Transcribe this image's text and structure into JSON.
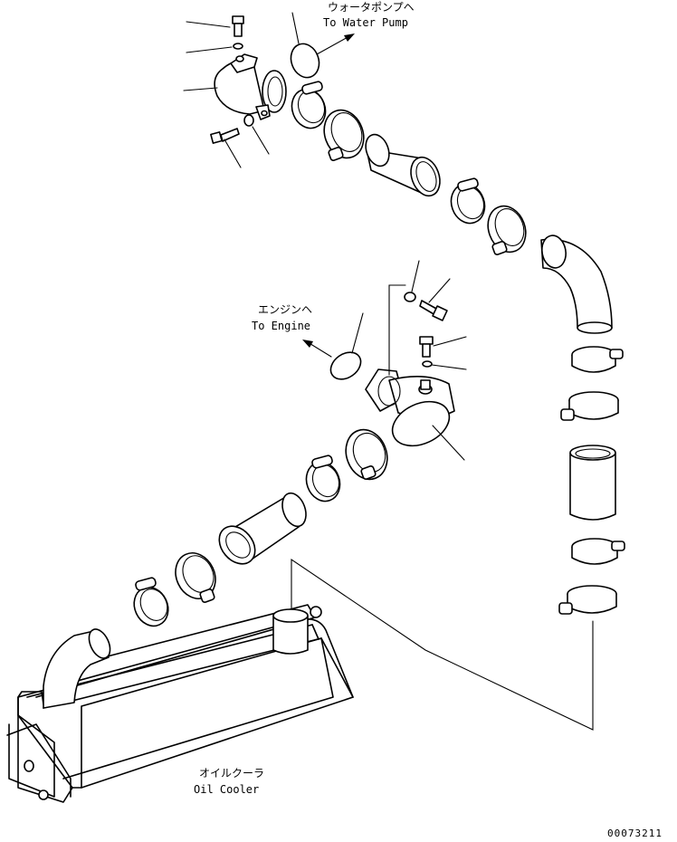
{
  "labels": {
    "water_pump_jp": "ウォータポンプヘ",
    "water_pump_en": "To Water Pump",
    "engine_jp": "エンジンヘ",
    "engine_en": "To Engine",
    "oil_cooler_jp": "オイルクーラ",
    "oil_cooler_en": "Oil Cooler"
  },
  "drawing_code": "00073211"
}
